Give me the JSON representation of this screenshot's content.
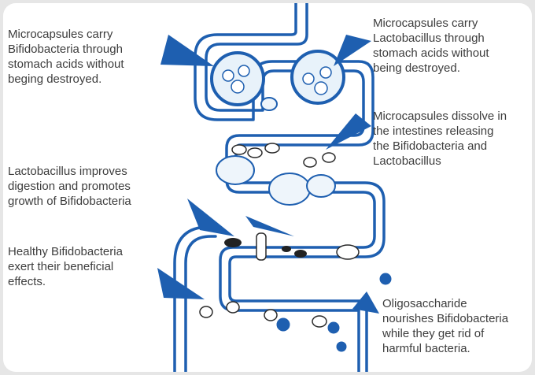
{
  "labels": {
    "bifido_carry": "Microcapsules carry\nBifidobacteria through\nstomach acids without\nbeging destroyed.",
    "lacto_carry": "Microcapsules carry\nLactobacillus through\nstomach acids without\nbeing destroyed.",
    "dissolve": "Microcapsules dissolve in\nthe intestines releasing\nthe Bifidobacteria and\nLactobacillus",
    "lacto_improves": "Lactobacillus improves\ndigestion and promotes\ngrowth of Bifidobacteria",
    "healthy": "Healthy Bifidobacteria\nexert their beneficial\neffects.",
    "oligo": "Oligosaccharide\nnourishes Bifidobacteria\nwhile they get rid of\nharmful bacteria."
  },
  "colors": {
    "intestine": "#1e5fb0",
    "pointer": "#1e5fb0",
    "text": "#3d3d3d",
    "capsule": "#e8f2fa"
  }
}
